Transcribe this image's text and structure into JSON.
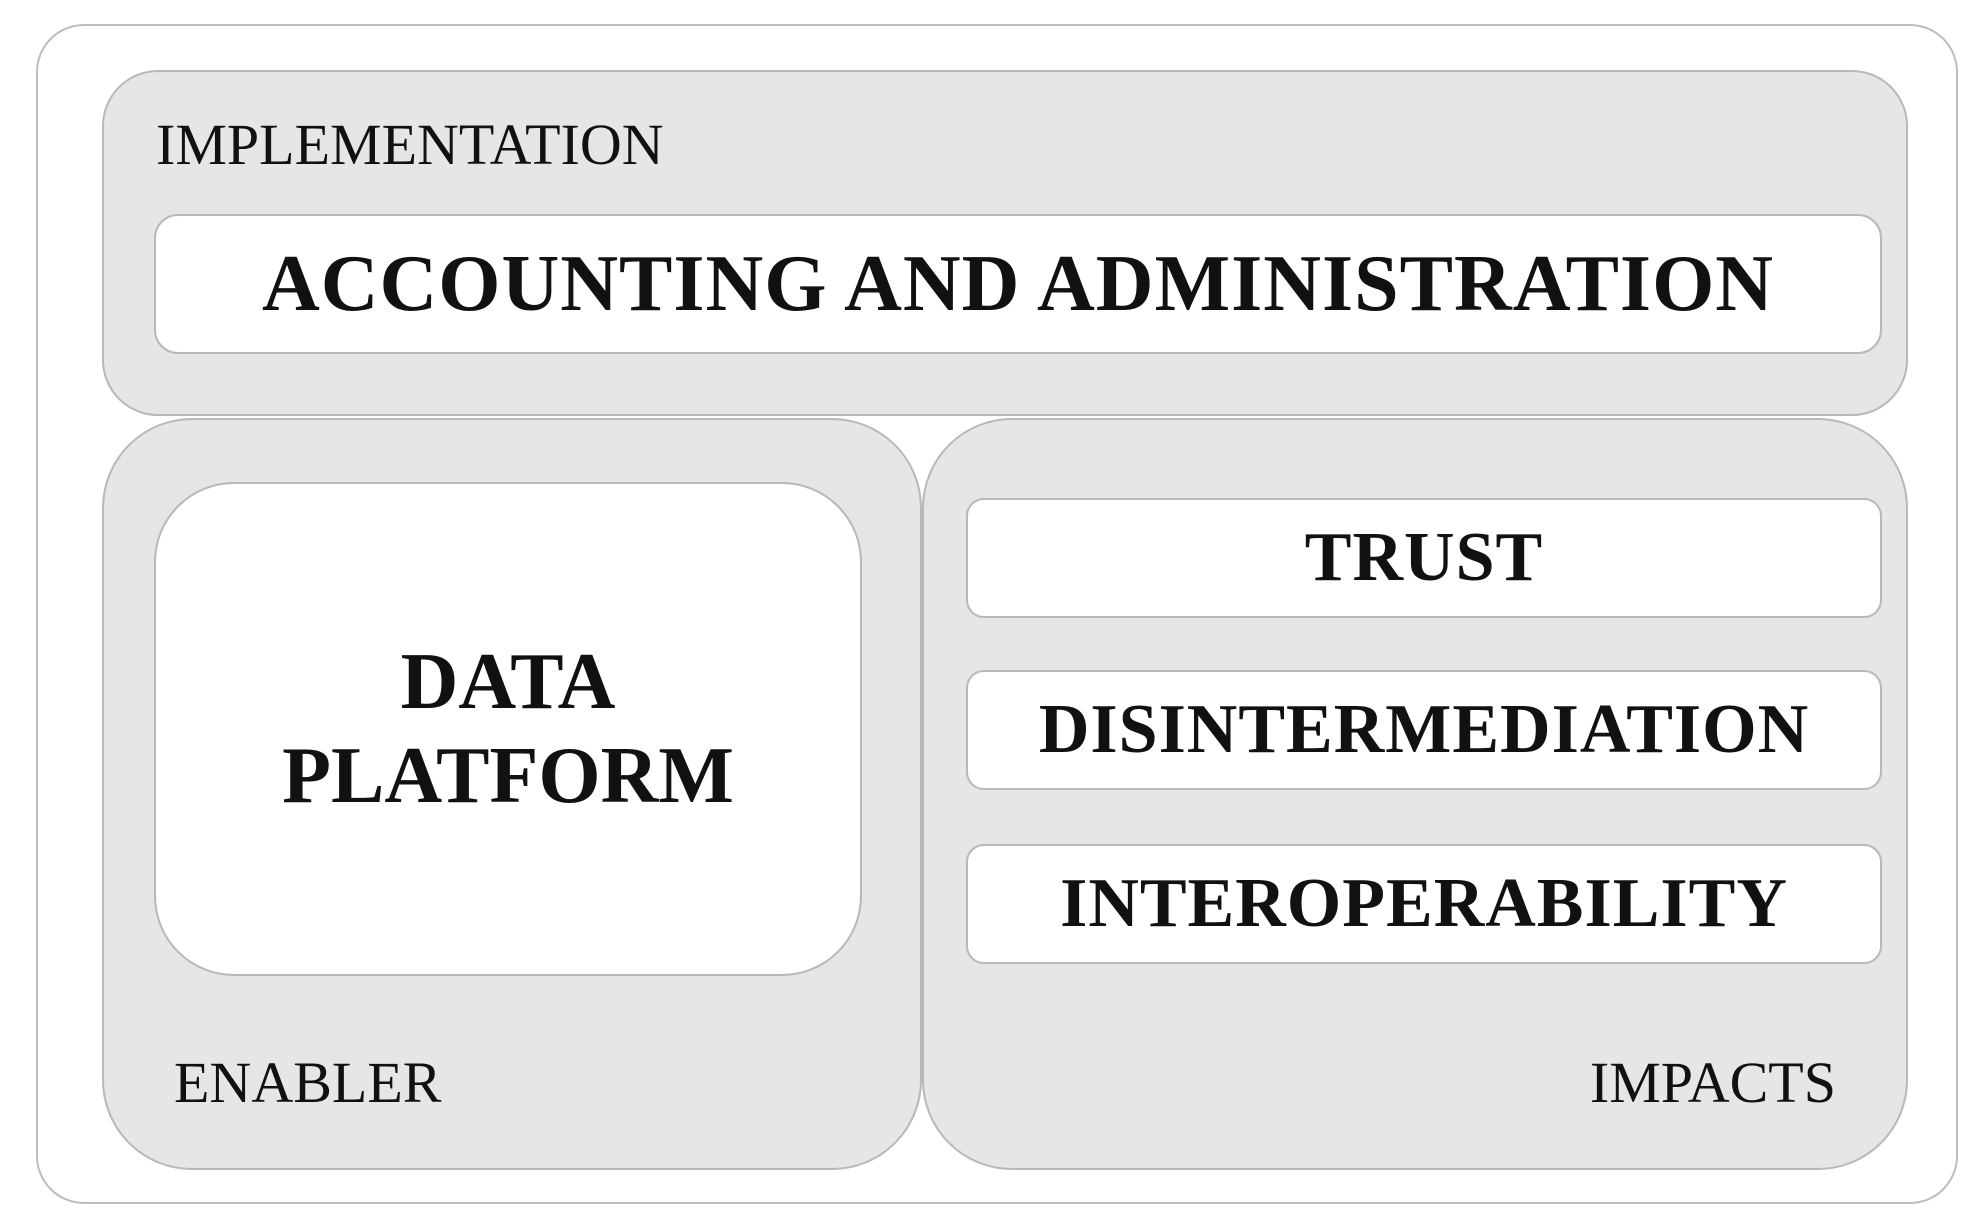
{
  "implementation": {
    "label": "IMPLEMENTATION",
    "box": "ACCOUNTING AND ADMINISTRATION"
  },
  "enabler": {
    "label": "ENABLER",
    "box_line1": "DATA",
    "box_line2": "PLATFORM"
  },
  "impacts": {
    "label": "IMPACTS",
    "items": [
      "TRUST",
      "DISINTERMEDIATION",
      "INTEROPERABILITY"
    ]
  }
}
